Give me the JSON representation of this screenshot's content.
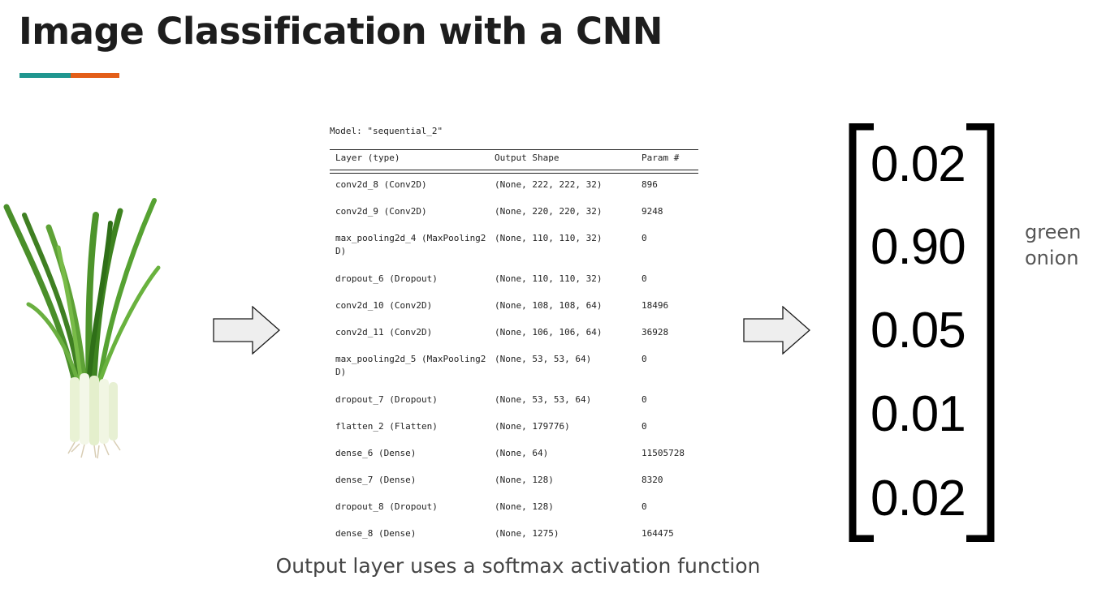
{
  "slide": {
    "title": "Image Classification with a CNN",
    "accent_colors": [
      "#20968f",
      "#e35e18"
    ],
    "caption": "Output layer uses a softmax activation function"
  },
  "image": {
    "subject": "green-onion-photo"
  },
  "summary": {
    "model_name": "Model: \"sequential_2\"",
    "headers": {
      "layer": "Layer (type)",
      "shape": "Output Shape",
      "params": "Param #"
    },
    "rows": [
      {
        "layer": "conv2d_8 (Conv2D)",
        "shape": "(None, 222, 222, 32)",
        "params": "896"
      },
      {
        "layer": "conv2d_9 (Conv2D)",
        "shape": "(None, 220, 220, 32)",
        "params": "9248"
      },
      {
        "layer": "max_pooling2d_4 (MaxPooling2D)",
        "shape": "(None, 110, 110, 32)",
        "params": "0"
      },
      {
        "layer": "dropout_6 (Dropout)",
        "shape": "(None, 110, 110, 32)",
        "params": "0"
      },
      {
        "layer": "conv2d_10 (Conv2D)",
        "shape": "(None, 108, 108, 64)",
        "params": "18496"
      },
      {
        "layer": "conv2d_11 (Conv2D)",
        "shape": "(None, 106, 106, 64)",
        "params": "36928"
      },
      {
        "layer": "max_pooling2d_5 (MaxPooling2D)",
        "shape": "(None, 53, 53, 64)",
        "params": "0"
      },
      {
        "layer": "dropout_7 (Dropout)",
        "shape": "(None, 53, 53, 64)",
        "params": "0"
      },
      {
        "layer": "flatten_2 (Flatten)",
        "shape": "(None, 179776)",
        "params": "0"
      },
      {
        "layer": "dense_6 (Dense)",
        "shape": "(None, 64)",
        "params": "11505728"
      },
      {
        "layer": "dense_7 (Dense)",
        "shape": "(None, 128)",
        "params": "8320"
      },
      {
        "layer": "dropout_8 (Dropout)",
        "shape": "(None, 128)",
        "params": "0"
      },
      {
        "layer": "dense_8 (Dense)",
        "shape": "(None, 1275)",
        "params": "164475"
      }
    ]
  },
  "output_vector": {
    "values": [
      "0.02",
      "0.90",
      "0.05",
      "0.01",
      "0.02"
    ],
    "predicted_label": "green onion"
  },
  "icons": [
    "right-arrow-icon",
    "right-arrow-icon",
    "bracket-left-icon",
    "bracket-right-icon"
  ]
}
